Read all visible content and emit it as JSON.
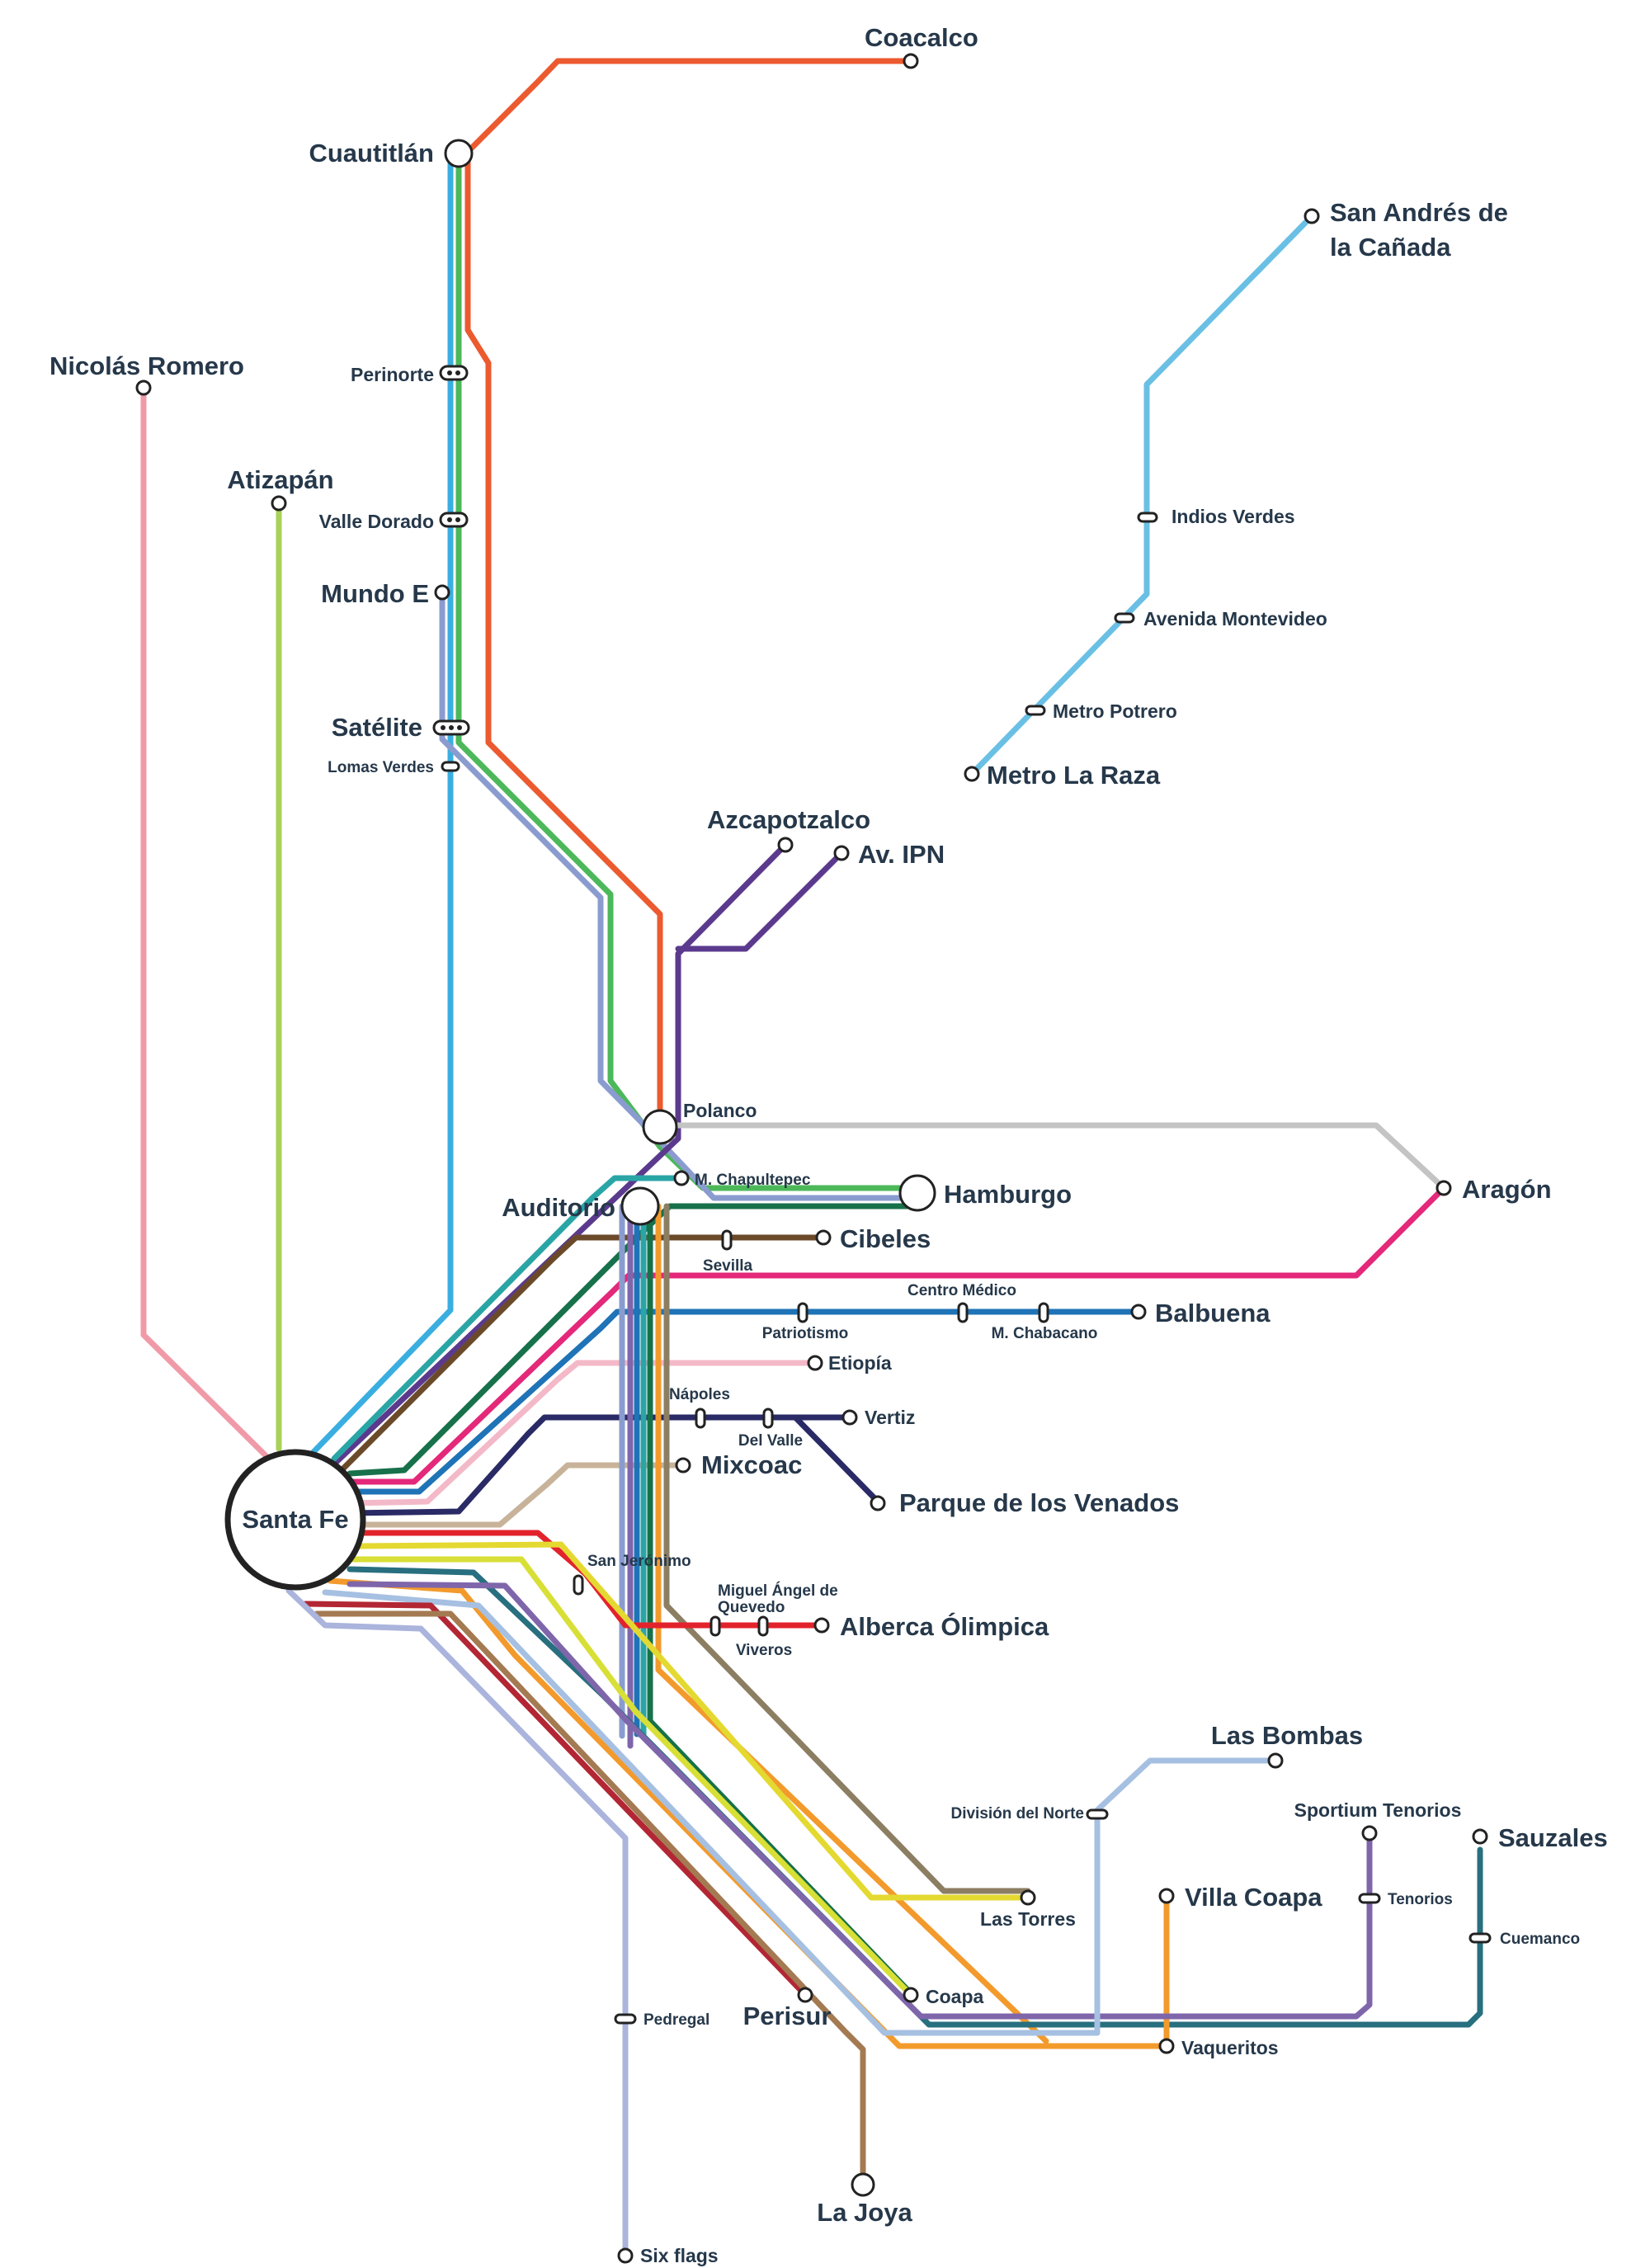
{
  "lines": [
    {
      "id": "orange-red",
      "color": "#ec5a2f"
    },
    {
      "id": "light-blue",
      "color": "#3aaee0"
    },
    {
      "id": "green",
      "color": "#4cb85a"
    },
    {
      "id": "steel",
      "color": "#8a9ccf"
    },
    {
      "id": "pink",
      "color": "#f09aa8"
    },
    {
      "id": "lime",
      "color": "#a9d15a"
    },
    {
      "id": "purple",
      "color": "#5b3a8e"
    },
    {
      "id": "sky",
      "color": "#6ac0e4"
    },
    {
      "id": "gray",
      "color": "#c4c4c4"
    },
    {
      "id": "magenta",
      "color": "#e4287a"
    },
    {
      "id": "brown",
      "color": "#6b4a2a"
    },
    {
      "id": "dark-green",
      "color": "#17714a"
    },
    {
      "id": "blue",
      "color": "#1f73b7"
    },
    {
      "id": "light-pink",
      "color": "#f3b9c8"
    },
    {
      "id": "navy",
      "color": "#2a2a66"
    },
    {
      "id": "tan",
      "color": "#c8b39a"
    },
    {
      "id": "red",
      "color": "#e3232c"
    },
    {
      "id": "teal",
      "color": "#2aa5a6"
    },
    {
      "id": "yellow",
      "color": "#e4d930"
    },
    {
      "id": "yellow2",
      "color": "#d8df36"
    },
    {
      "id": "amber",
      "color": "#f39a2c"
    },
    {
      "id": "taupe",
      "color": "#8c7e62"
    },
    {
      "id": "pale-blue",
      "color": "#a6c0e2"
    },
    {
      "id": "violet",
      "color": "#7f66ab"
    },
    {
      "id": "dark-teal",
      "color": "#286f7f"
    },
    {
      "id": "lavender",
      "color": "#aab4dc"
    },
    {
      "id": "dark-red",
      "color": "#b32634"
    },
    {
      "id": "tan-brown",
      "color": "#a47a52"
    }
  ],
  "stations": {
    "coacalco": "Coacalco",
    "cuautitlan": "Cuautitlán",
    "san_andres_1": "San Andrés de",
    "san_andres_2": "la Cañada",
    "nicolas_romero": "Nicolás Romero",
    "perinorte": "Perinorte",
    "atizapan": "Atizapán",
    "valle_dorado": "Valle Dorado",
    "indios_verdes": "Indios Verdes",
    "mundo_e": "Mundo E",
    "avenida_montevideo": "Avenida Montevideo",
    "metro_potrero": "Metro Potrero",
    "satelite": "Satélite",
    "lomas_verdes": "Lomas Verdes",
    "metro_la_raza": "Metro La Raza",
    "azcapotzalco": "Azcapotzalco",
    "av_ipn": "Av. IPN",
    "polanco": "Polanco",
    "m_chapultepec": "M. Chapultepec",
    "auditorio": "Auditorio",
    "hamburgo": "Hamburgo",
    "aragon": "Aragón",
    "cibeles": "Cibeles",
    "sevilla": "Sevilla",
    "centro_medico": "Centro Médico",
    "patriotismo": "Patriotismo",
    "m_chabacano": "M. Chabacano",
    "balbuena": "Balbuena",
    "etiopia": "Etiopía",
    "napoles": "Nápoles",
    "del_valle": "Del Valle",
    "vertiz": "Vertiz",
    "santa_fe": "Santa Fe",
    "mixcoac": "Mixcoac",
    "parque_venados": "Parque de los Venados",
    "san_jeronimo": "San Jerónimo",
    "miguel_angel_1": "Miguel Ángel de",
    "miguel_angel_2": "Quevedo",
    "viveros": "Viveros",
    "alberca_olimpica": "Alberca Ólimpica",
    "las_bombas": "Las Bombas",
    "division_norte": "División del Norte",
    "sportium_tenorios": "Sportium Tenorios",
    "sauzales": "Sauzales",
    "tenorios": "Tenorios",
    "villa_coapa": "Villa Coapa",
    "las_torres": "Las Torres",
    "cuemanco": "Cuemanco",
    "coapa": "Coapa",
    "pedregal": "Pedregal",
    "perisur": "Perisur",
    "vaqueritos": "Vaqueritos",
    "la_joya": "La Joya",
    "six_flags": "Six flags"
  }
}
